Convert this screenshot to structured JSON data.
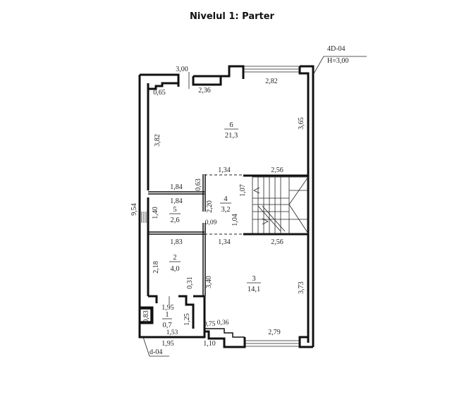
{
  "title": "Nivelul 1: Parter",
  "marks": {
    "top_right_code": "4D-04",
    "top_right_height": "H=3,00",
    "bottom_left_code": "d-04"
  },
  "rooms": [
    {
      "number": "1",
      "area": "0,7"
    },
    {
      "number": "2",
      "area": "4,0"
    },
    {
      "number": "3",
      "area": "14,1"
    },
    {
      "number": "4",
      "area": "3,2"
    },
    {
      "number": "5",
      "area": "2,6"
    },
    {
      "number": "6",
      "area": "21,3"
    }
  ],
  "dimensions": {
    "top_3_00": "3,00",
    "top_0_65": "0,65",
    "top_2_36": "2,36",
    "top_2_82": "2,82",
    "left_3_82": "3,82",
    "right_3_65": "3,65",
    "overall_9_54": "9,54",
    "hall_top_1_34": "1,34",
    "hall_top_2_56": "2,56",
    "r5_top_1_84": "1,84",
    "r5_inner_1_84": "1,84",
    "v_0_63": "0,63",
    "v_2_20": "2,20",
    "v_1_07": "1,07",
    "v_1_04": "1,04",
    "v_1_40": "1,40",
    "h_0_09": "0,09",
    "r2_top_1_83": "1,83",
    "hall_bot_1_34": "1,34",
    "hall_bot_2_56": "2,56",
    "v_2_18": "2,18",
    "v_0_31": "0,31",
    "v_3_40": "3,40",
    "right_3_73": "3,73",
    "r1_top_1_95": "1,95",
    "v_0_83": "0,83",
    "v_1_25": "1,25",
    "h_1_53": "1,53",
    "h_0_75": "0,75",
    "h_0_36": "0,36",
    "h_2_79": "2,79",
    "bot_1_95": "1,95",
    "bot_1_10": "1,10"
  }
}
